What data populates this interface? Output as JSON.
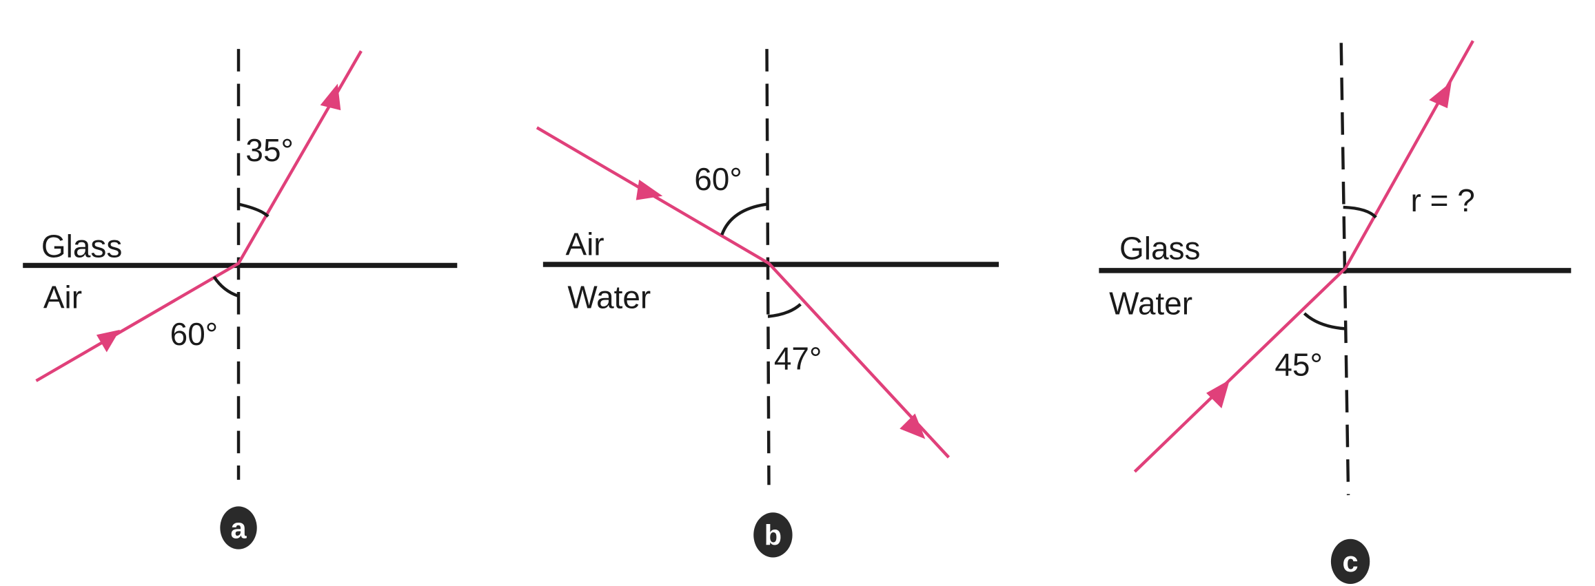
{
  "colors": {
    "ray": "#e0407a",
    "line": "#1a1a1a"
  },
  "panels": [
    {
      "id": "a",
      "upper_medium": "Glass",
      "lower_medium": "Air",
      "incident_angle": "60°",
      "refracted_angle": "35°"
    },
    {
      "id": "b",
      "upper_medium": "Air",
      "lower_medium": "Water",
      "incident_angle": "60°",
      "refracted_angle": "47°"
    },
    {
      "id": "c",
      "upper_medium": "Glass",
      "lower_medium": "Water",
      "incident_angle": "45°",
      "refracted_angle": "r = ?"
    }
  ]
}
